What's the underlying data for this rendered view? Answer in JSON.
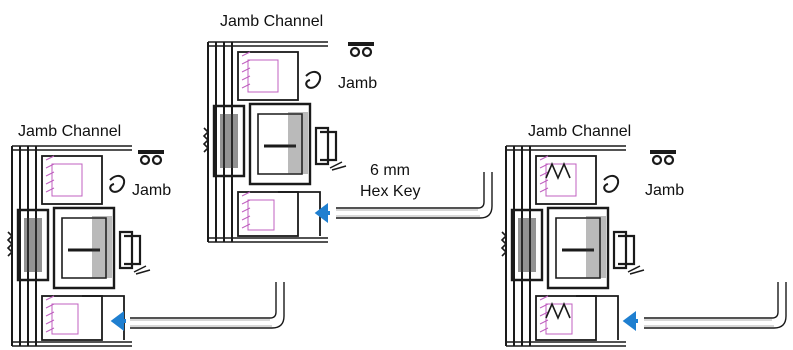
{
  "labels": {
    "jamb_channel": "Jamb Channel",
    "jamb": "Jamb",
    "hex_key_line1": "6 mm",
    "hex_key_line2": "Hex Key"
  },
  "colors": {
    "line": "#1a1a1a",
    "fill_dark": "#3a3a3a",
    "gasket": "#c060c0",
    "arrow": "#1f7fd0"
  }
}
